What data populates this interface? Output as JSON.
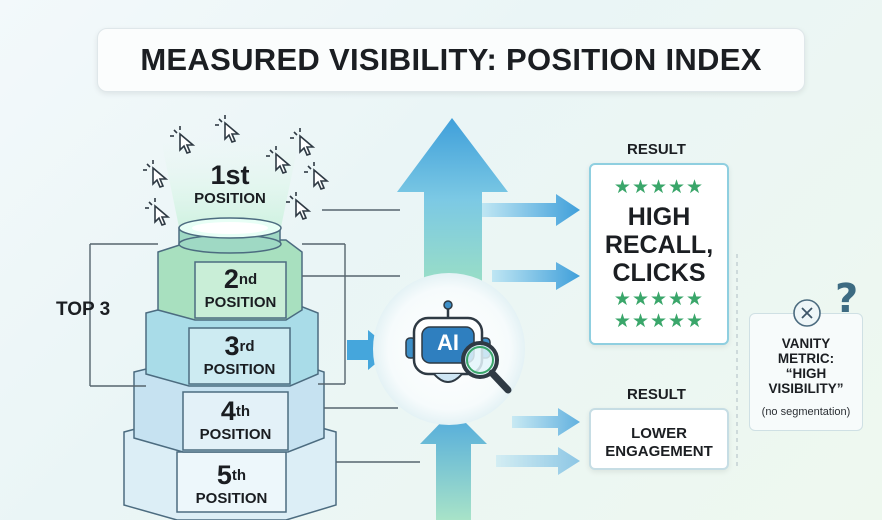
{
  "title": "MEASURED VISIBILITY: POSITION INDEX",
  "positions": [
    {
      "num": "1",
      "suffix": "st",
      "label": "POSITION"
    },
    {
      "num": "2",
      "suffix": "nd",
      "label": "POSITION"
    },
    {
      "num": "3",
      "suffix": "rd",
      "label": "POSITION"
    },
    {
      "num": "4",
      "suffix": "th",
      "label": "POSITION"
    },
    {
      "num": "5",
      "suffix": "th",
      "label": "POSITION"
    }
  ],
  "top_group_label": "TOP 3",
  "ai_badge": "AI",
  "results": [
    {
      "title": "RESULT",
      "lines": [
        "HIGH",
        "RECALL,",
        "CLICKS"
      ],
      "stars": "★★★★★"
    },
    {
      "title": "RESULT",
      "lines": [
        "LOWER",
        "ENGAGEMENT"
      ]
    }
  ],
  "vanity": {
    "lines": [
      "VANITY",
      "METRIC:",
      "“HIGH",
      "VISIBILITY”"
    ],
    "note": "(no segmentation)",
    "mark": "?"
  },
  "colors": {
    "tier_green": "#a8e0bf",
    "tier_teal": "#a9dce8",
    "tier_blue": "#c6e2f1",
    "tier_light": "#dceef6",
    "arrow_blue": "#45a6dc",
    "arrow_green": "#8fdbb3",
    "star_green": "#3aa66a"
  },
  "icons": [
    "cursor-click-icon",
    "ai-robot-icon",
    "magnifier-icon",
    "close-circle-icon",
    "question-icon",
    "star-icon"
  ]
}
